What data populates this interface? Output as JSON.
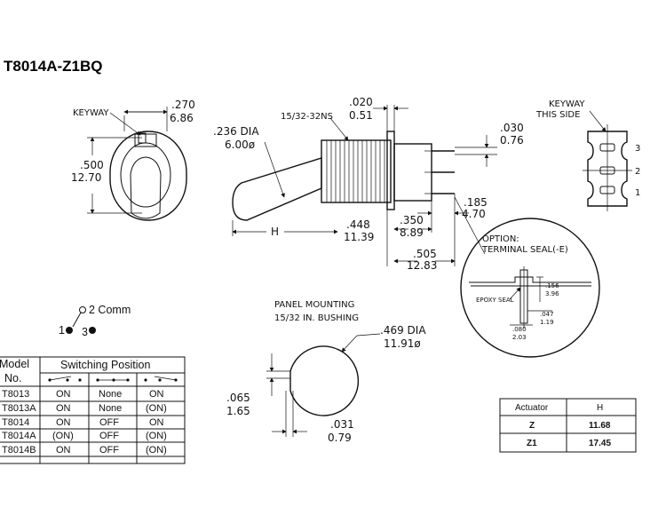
{
  "title": "T8014A-Z1BQ",
  "front_view": {
    "keyway": "KEYWAY",
    "width_in": ".270",
    "width_mm": "6.86",
    "height_in": ".500",
    "height_mm": "12.70"
  },
  "side_view": {
    "lever_dia_in": ".236 DIA",
    "lever_dia_mm": "6.00ø",
    "thread": "15/32-32NS",
    "flange_in": ".020",
    "flange_mm": "0.51",
    "terminal_in": ".030",
    "terminal_mm": "0.76",
    "pin_len_in": ".185",
    "pin_len_mm": "4.70",
    "bushing_len_in": ".448",
    "bushing_len_mm": "11.39",
    "body_len_in": ".350",
    "body_len_mm": "8.89",
    "total_len_in": ".505",
    "total_len_mm": "12.83",
    "h_label": "H"
  },
  "rear_view": {
    "keyway_line1": "KEYWAY",
    "keyway_line2": "THIS SIDE",
    "pin_labels": [
      "3",
      "2",
      "1"
    ]
  },
  "option_seal": {
    "line1": "OPTION:",
    "line2": "TERMINAL SEAL(-E)",
    "epoxy": "EPOXY SEAL",
    "d1_in": ".156",
    "d1_mm": "3.96",
    "d2_in": ".047",
    "d2_mm": "1.19",
    "d3_in": ".080",
    "d3_mm": "2.03"
  },
  "schematic": {
    "comm": "2 Comm",
    "pin1": "1",
    "pin3": "3"
  },
  "panel": {
    "line1": "PANEL MOUNTING",
    "line2": "15/32 IN. BUSHING",
    "dia_in": ".469 DIA",
    "dia_mm": "11.91ø",
    "flat_in": ".065",
    "flat_mm": "1.65",
    "key_in": ".031",
    "key_mm": "0.79"
  },
  "switching_table": {
    "head_line1": "Model",
    "head_line2": "No.",
    "header": "Switching Position",
    "rows": [
      {
        "model": "T8013",
        "pos1": "ON",
        "pos2": "None",
        "pos3": "ON"
      },
      {
        "model": "T8013A",
        "pos1": "ON",
        "pos2": "None",
        "pos3": "(ON)"
      },
      {
        "model": "T8014",
        "pos1": "ON",
        "pos2": "OFF",
        "pos3": "ON"
      },
      {
        "model": "T8014A",
        "pos1": "(ON)",
        "pos2": "OFF",
        "pos3": "(ON)"
      },
      {
        "model": "T8014B",
        "pos1": "ON",
        "pos2": "OFF",
        "pos3": "(ON)"
      }
    ]
  },
  "actuator_table": {
    "col1": "Actuator",
    "col2": "H",
    "rows": [
      {
        "actuator": "Z",
        "h": "11.68"
      },
      {
        "actuator": "Z1",
        "h": "17.45"
      }
    ]
  }
}
